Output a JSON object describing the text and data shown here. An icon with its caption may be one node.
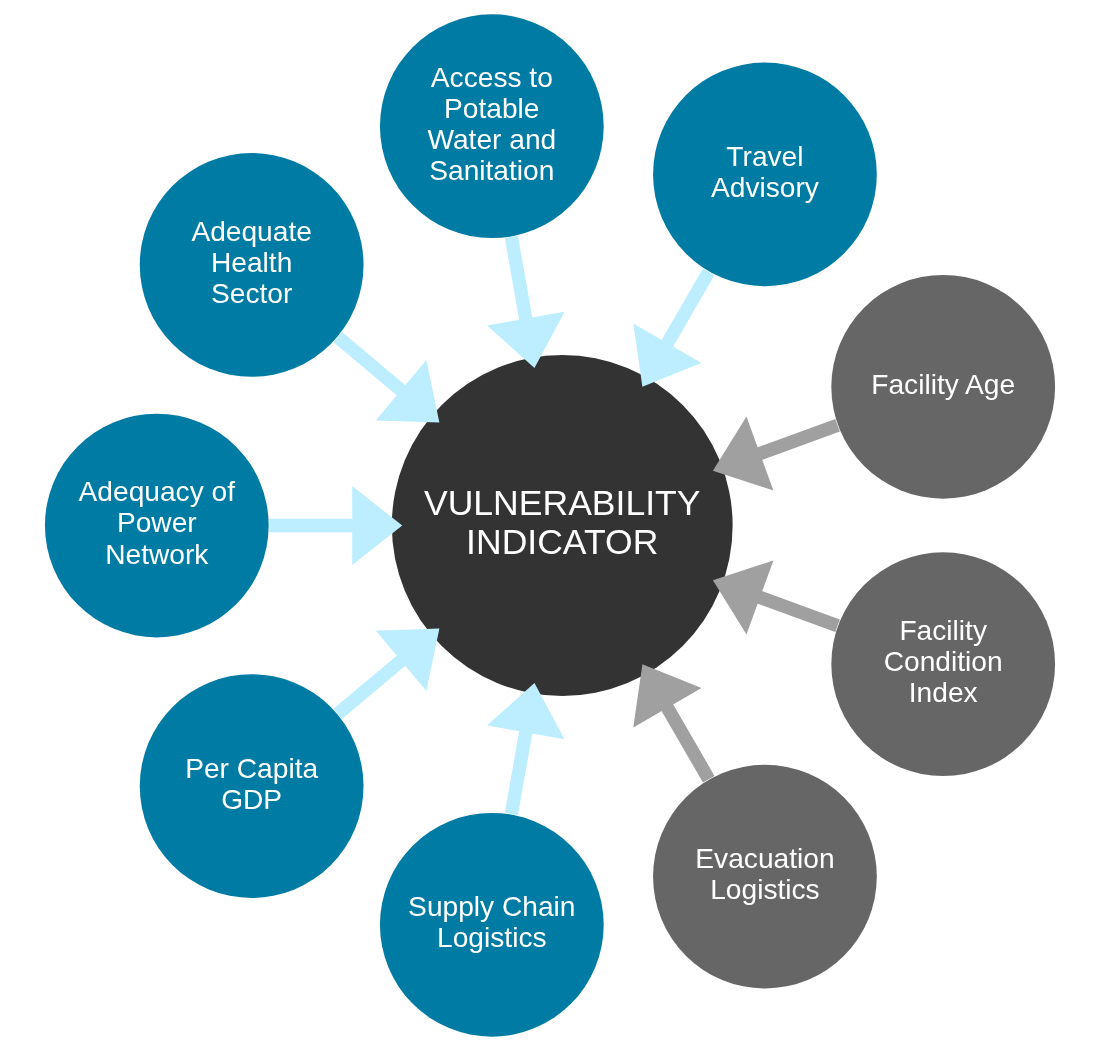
{
  "diagram": {
    "nodes": [
      {
        "text": [
          "VULNERABILITY INDICATOR"
        ]
      },
      {
        "text": [
          "Facility Age"
        ]
      },
      {
        "text": [
          "Travel Advisory"
        ]
      },
      {
        "text": [
          "Access to Potable Water and Sanitation"
        ]
      },
      {
        "text": [
          "Adequate Health Sector"
        ]
      },
      {
        "text": [
          "Adequacy of Power Network"
        ]
      },
      {
        "text": [
          "Per Capita GDP"
        ]
      },
      {
        "text": [
          "Supply Chain Logistics"
        ]
      },
      {
        "text": [
          "Evacuation Logistics"
        ]
      },
      {
        "text": [
          "Facility Condition Index"
        ]
      }
    ],
    "edges": [
      {
        "from": 1,
        "to": 0,
        "arrow": "to",
        "color": "#a0a0a0"
      },
      {
        "from": 2,
        "to": 0,
        "arrow": "to"
      },
      {
        "from": 3,
        "to": 0,
        "arrow": "to"
      },
      {
        "from": 4,
        "to": 0,
        "arrow": "to"
      },
      {
        "from": 5,
        "to": 0,
        "arrow": "to"
      },
      {
        "from": 6,
        "to": 0,
        "arrow": "to"
      },
      {
        "from": 7,
        "to": 0,
        "arrow": "to"
      },
      {
        "from": 8,
        "to": 0,
        "arrow": "to",
        "color": "#a0a0a0"
      },
      {
        "from": 9,
        "to": 0,
        "arrow": "to",
        "color": "#a0a0a0"
      }
    ]
  }
}
